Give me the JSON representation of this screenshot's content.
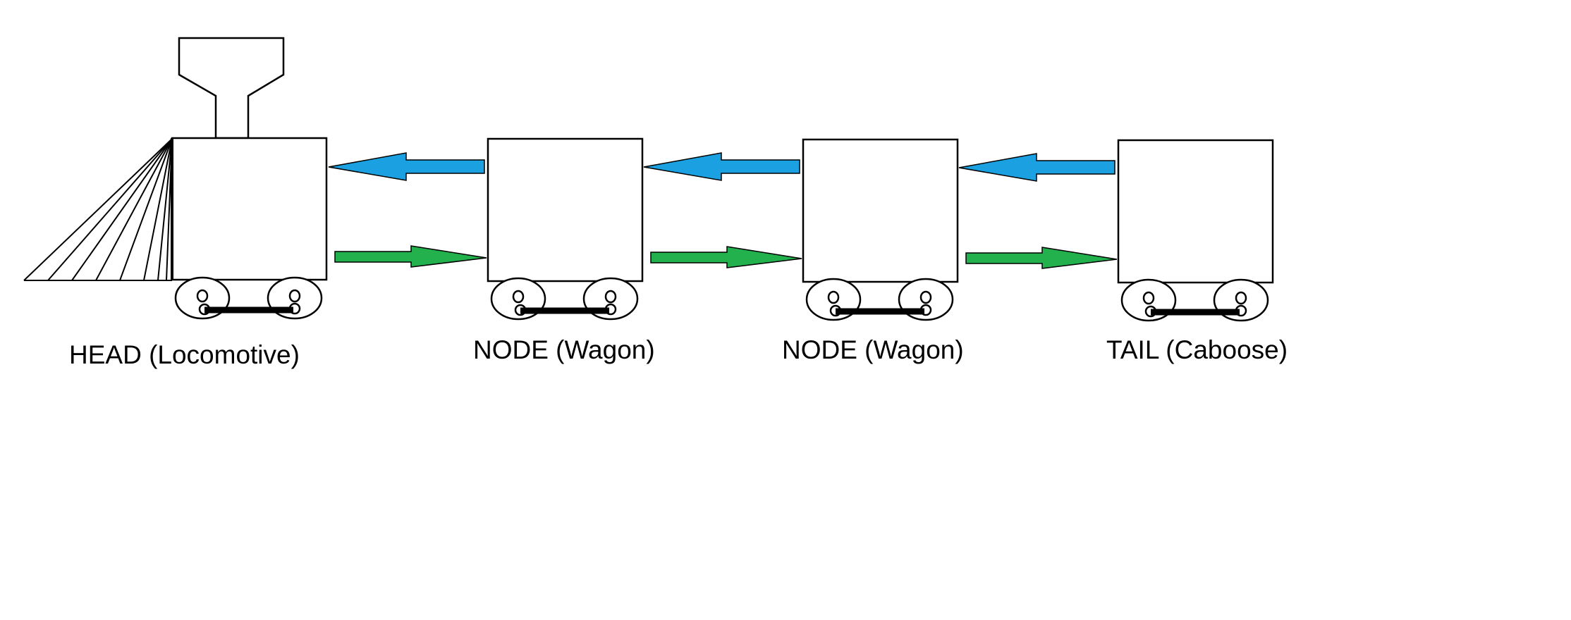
{
  "labels": {
    "head": "HEAD (Locomotive)",
    "node1": "NODE (Wagon)",
    "node2": "NODE (Wagon)",
    "tail": "TAIL (Caboose)"
  },
  "colors": {
    "previous_arrow": "#1ba1e2",
    "next_arrow": "#22b14c",
    "outline": "#000000",
    "background": "#ffffff"
  }
}
